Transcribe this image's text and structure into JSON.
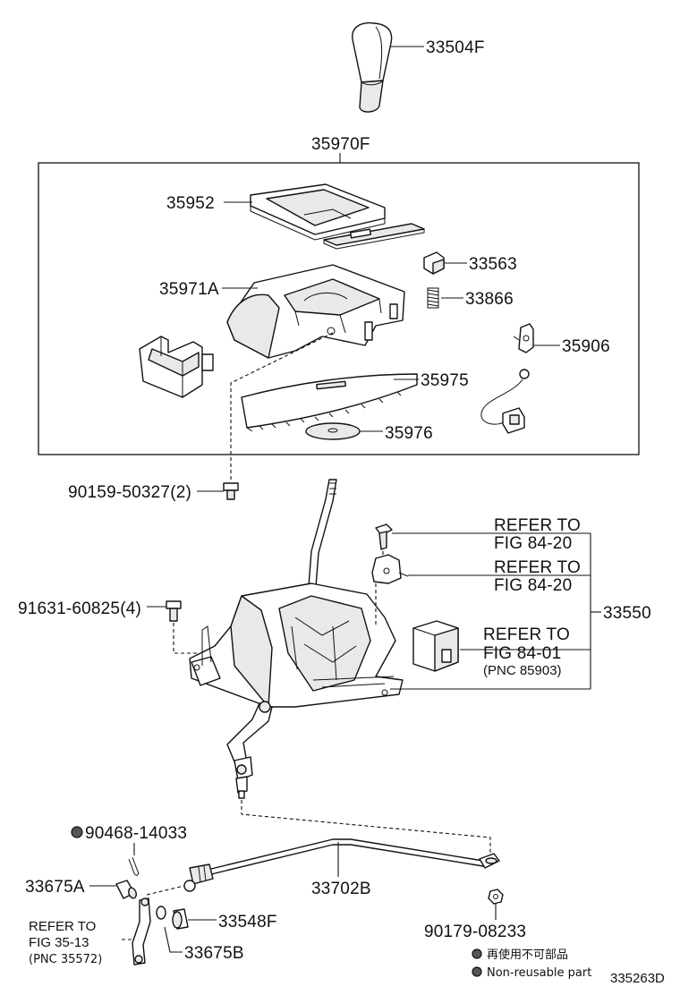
{
  "labels": {
    "knob": "33504F",
    "assembly": "35970F",
    "cover_plate": "35952",
    "housing": "35971A",
    "button": "33563",
    "spring": "33866",
    "bracket_wire": "35906",
    "indicator_plate": "35975",
    "disc": "35976",
    "bolt_top": "90159-50327(2)",
    "bolt_left": "91631-60825(4)",
    "shifter": "33550",
    "pin": "90468-14033",
    "bushing_left": "33675A",
    "cable": "33702B",
    "bushing_right": "33548F",
    "lever": "33675B",
    "nut": "90179-08233",
    "diagram_id": "335263D"
  },
  "refers": {
    "ref1_line1": "REFER TO",
    "ref1_line2": "FIG 84-20",
    "ref2_line1": "REFER TO",
    "ref2_line2": "FIG 84-20",
    "ref3_line1": "REFER TO",
    "ref3_line2": "FIG 84-01",
    "ref3_line3": "(PNC 85903)",
    "ref4_line1": "REFER TO",
    "ref4_line2": "FIG 35-13",
    "ref4_line3": "(PNC 35572)"
  },
  "legend": {
    "item1": "再使用不可部品",
    "item2": "Non-reusable part"
  }
}
